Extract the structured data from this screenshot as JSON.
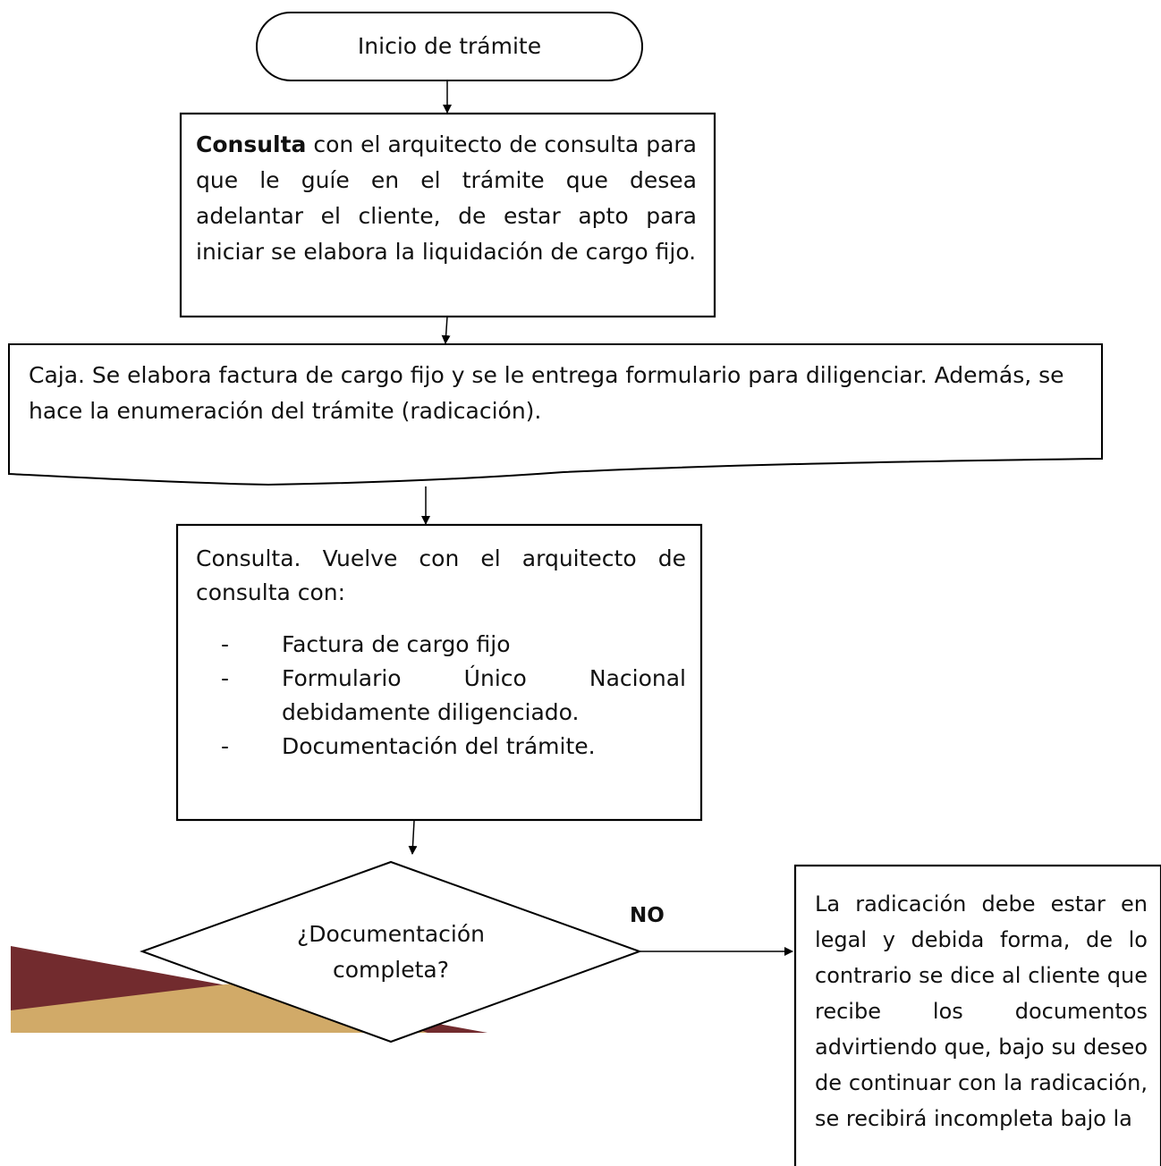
{
  "start": {
    "label": "Inicio de trámite"
  },
  "step1": {
    "bold": "Consulta",
    "text": " con el arquitecto de consulta para que le guíe en el trámite que desea adelantar el cliente, de estar apto para iniciar se elabora la liquidación de cargo fijo."
  },
  "step2": {
    "text": "Caja. Se elabora factura de cargo fijo y se le entrega formulario para diligenciar. Además, se hace la enumeración del trámite (radicación)."
  },
  "step3": {
    "intro": "Consulta. Vuelve con el arquitecto de consulta con:",
    "items": [
      {
        "dash": "-",
        "line1": "Factura de cargo fijo",
        "line2": ""
      },
      {
        "dash": "-",
        "line1": "Formulario Único Nacional",
        "line2": "debidamente diligenciado."
      },
      {
        "dash": "-",
        "line1": "Documentación del trámite.",
        "line2": ""
      }
    ]
  },
  "decision": {
    "line1": "¿Documentación",
    "line2": "completa?",
    "no_label": "NO"
  },
  "side_note": {
    "text": "La radicación debe estar en legal y debida forma, de lo contrario se dice al cliente que recibe los documentos advirtiendo que, bajo su deseo de continuar con la radicación, se recibirá incompleta bajo la"
  },
  "colors": {
    "maroon": "#722b2e",
    "tan": "#d1aa68",
    "stroke": "#000000"
  }
}
